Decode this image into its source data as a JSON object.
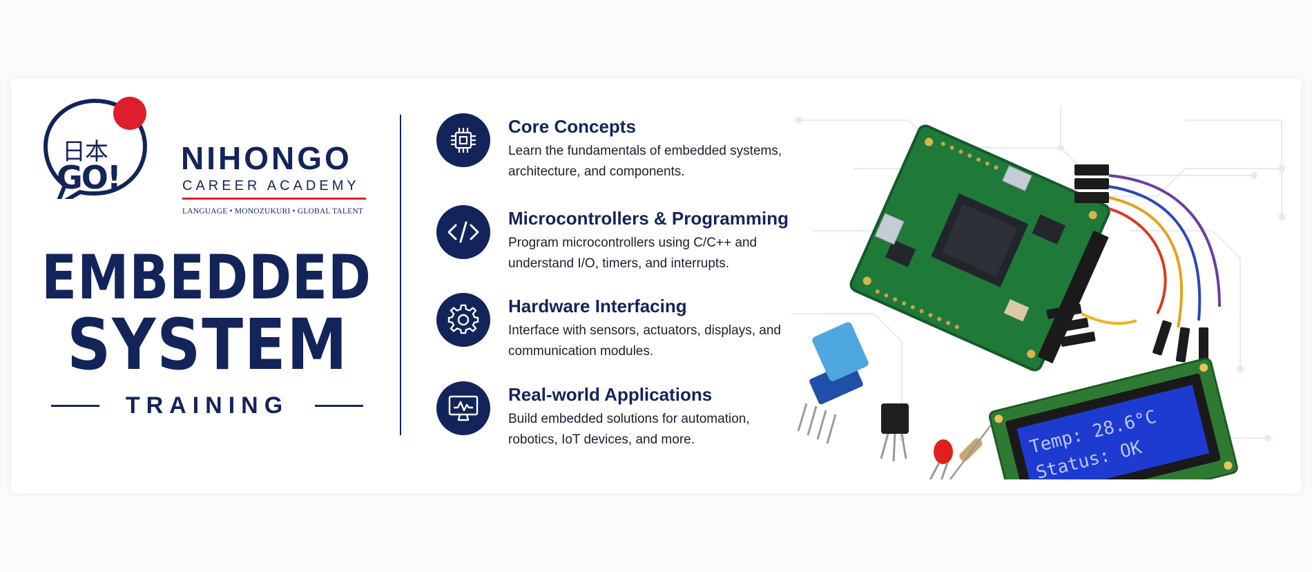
{
  "brand": {
    "jp_text": "日本",
    "go_text": "GO!",
    "name": "NIHONGO",
    "sub": "CAREER ACADEMY",
    "tagline": "LANGUAGE • MONOZUKURI • GLOBAL TALENT"
  },
  "title": {
    "line1": "EMBEDDED",
    "line2": "SYSTEM",
    "line3": "TRAINING"
  },
  "features": [
    {
      "title": "Core Concepts",
      "desc": "Learn the fundamentals of embedded systems, architecture, and components.",
      "icon": "chip-icon"
    },
    {
      "title": "Microcontrollers & Programming",
      "desc": "Program microcontrollers using C/C++ and understand I/O, timers, and interrupts.",
      "icon": "code-icon"
    },
    {
      "title": "Hardware Interfacing",
      "desc": "Interface with sensors, actuators, displays, and communication modules.",
      "icon": "gear-icon"
    },
    {
      "title": "Real-world Applications",
      "desc": "Build embedded solutions for automation, robotics, IoT devices, and more.",
      "icon": "monitor-icon"
    }
  ],
  "lcd": {
    "line1": "Temp: 28.6°C",
    "line2": "Status: OK"
  },
  "colors": {
    "navy": "#13245a",
    "red": "#e01e2b",
    "pcb_green": "#1f7a3a",
    "lcd_blue": "#1d3bd1"
  }
}
